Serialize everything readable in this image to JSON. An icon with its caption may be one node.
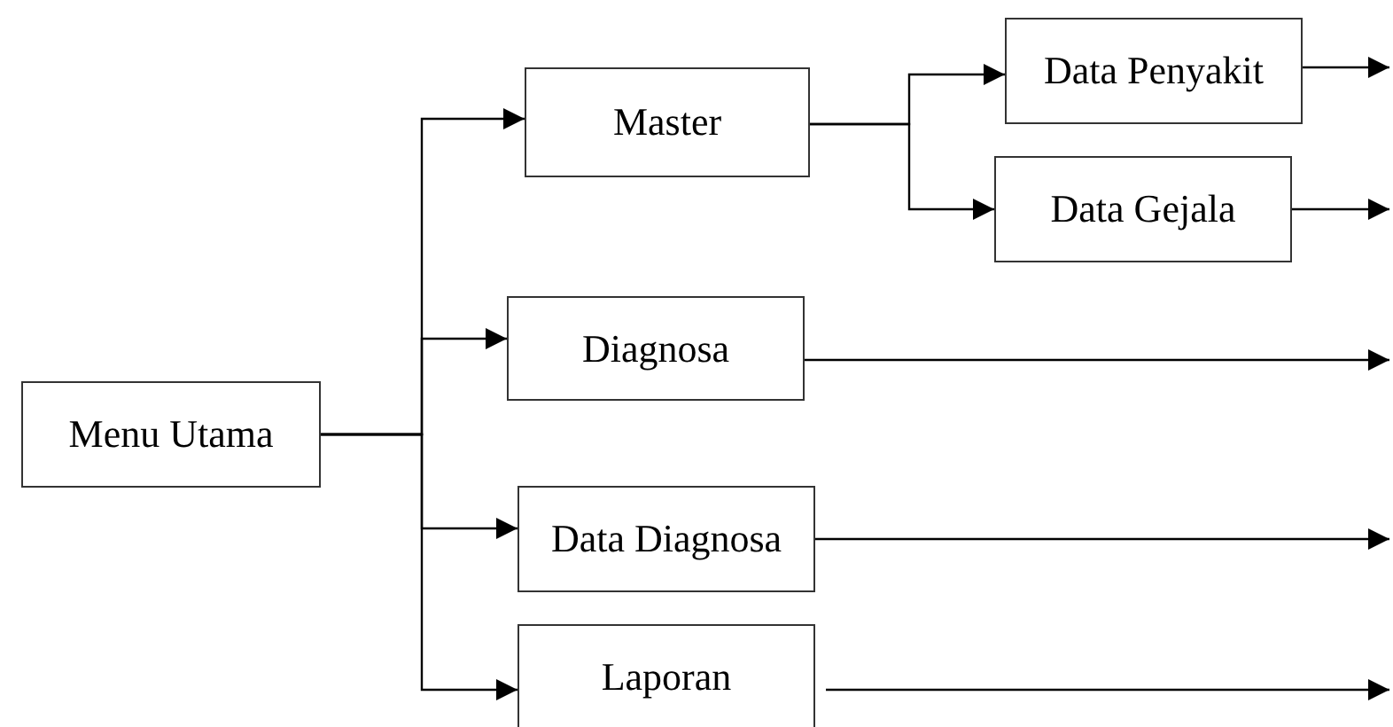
{
  "diagram": {
    "nodes": [
      {
        "text": [
          "Menu Utama"
        ]
      },
      {
        "text": [
          "Master"
        ]
      },
      {
        "text": [
          "Data Penyakit"
        ]
      },
      {
        "text": [
          "Data Gejala"
        ]
      },
      {
        "text": [
          "Diagnosa"
        ]
      },
      {
        "text": [
          "Data Diagnosa"
        ]
      },
      {
        "text": [
          "Laporan"
        ]
      }
    ],
    "edges": [
      {
        "from": 0,
        "to": 1,
        "arrow": "to"
      },
      {
        "from": 0,
        "to": 4,
        "arrow": "to"
      },
      {
        "from": 0,
        "to": 5,
        "arrow": "to"
      },
      {
        "from": 0,
        "to": 6,
        "arrow": "to"
      },
      {
        "from": 1,
        "to": 2,
        "arrow": "to"
      },
      {
        "from": 1,
        "to": 3,
        "arrow": "to"
      },
      {
        "from": 2,
        "to": null,
        "arrow": "to"
      },
      {
        "from": 3,
        "to": null,
        "arrow": "to"
      },
      {
        "from": 4,
        "to": null,
        "arrow": "to"
      },
      {
        "from": 5,
        "to": null,
        "arrow": "to"
      },
      {
        "from": 6,
        "to": null,
        "arrow": "to"
      }
    ]
  }
}
